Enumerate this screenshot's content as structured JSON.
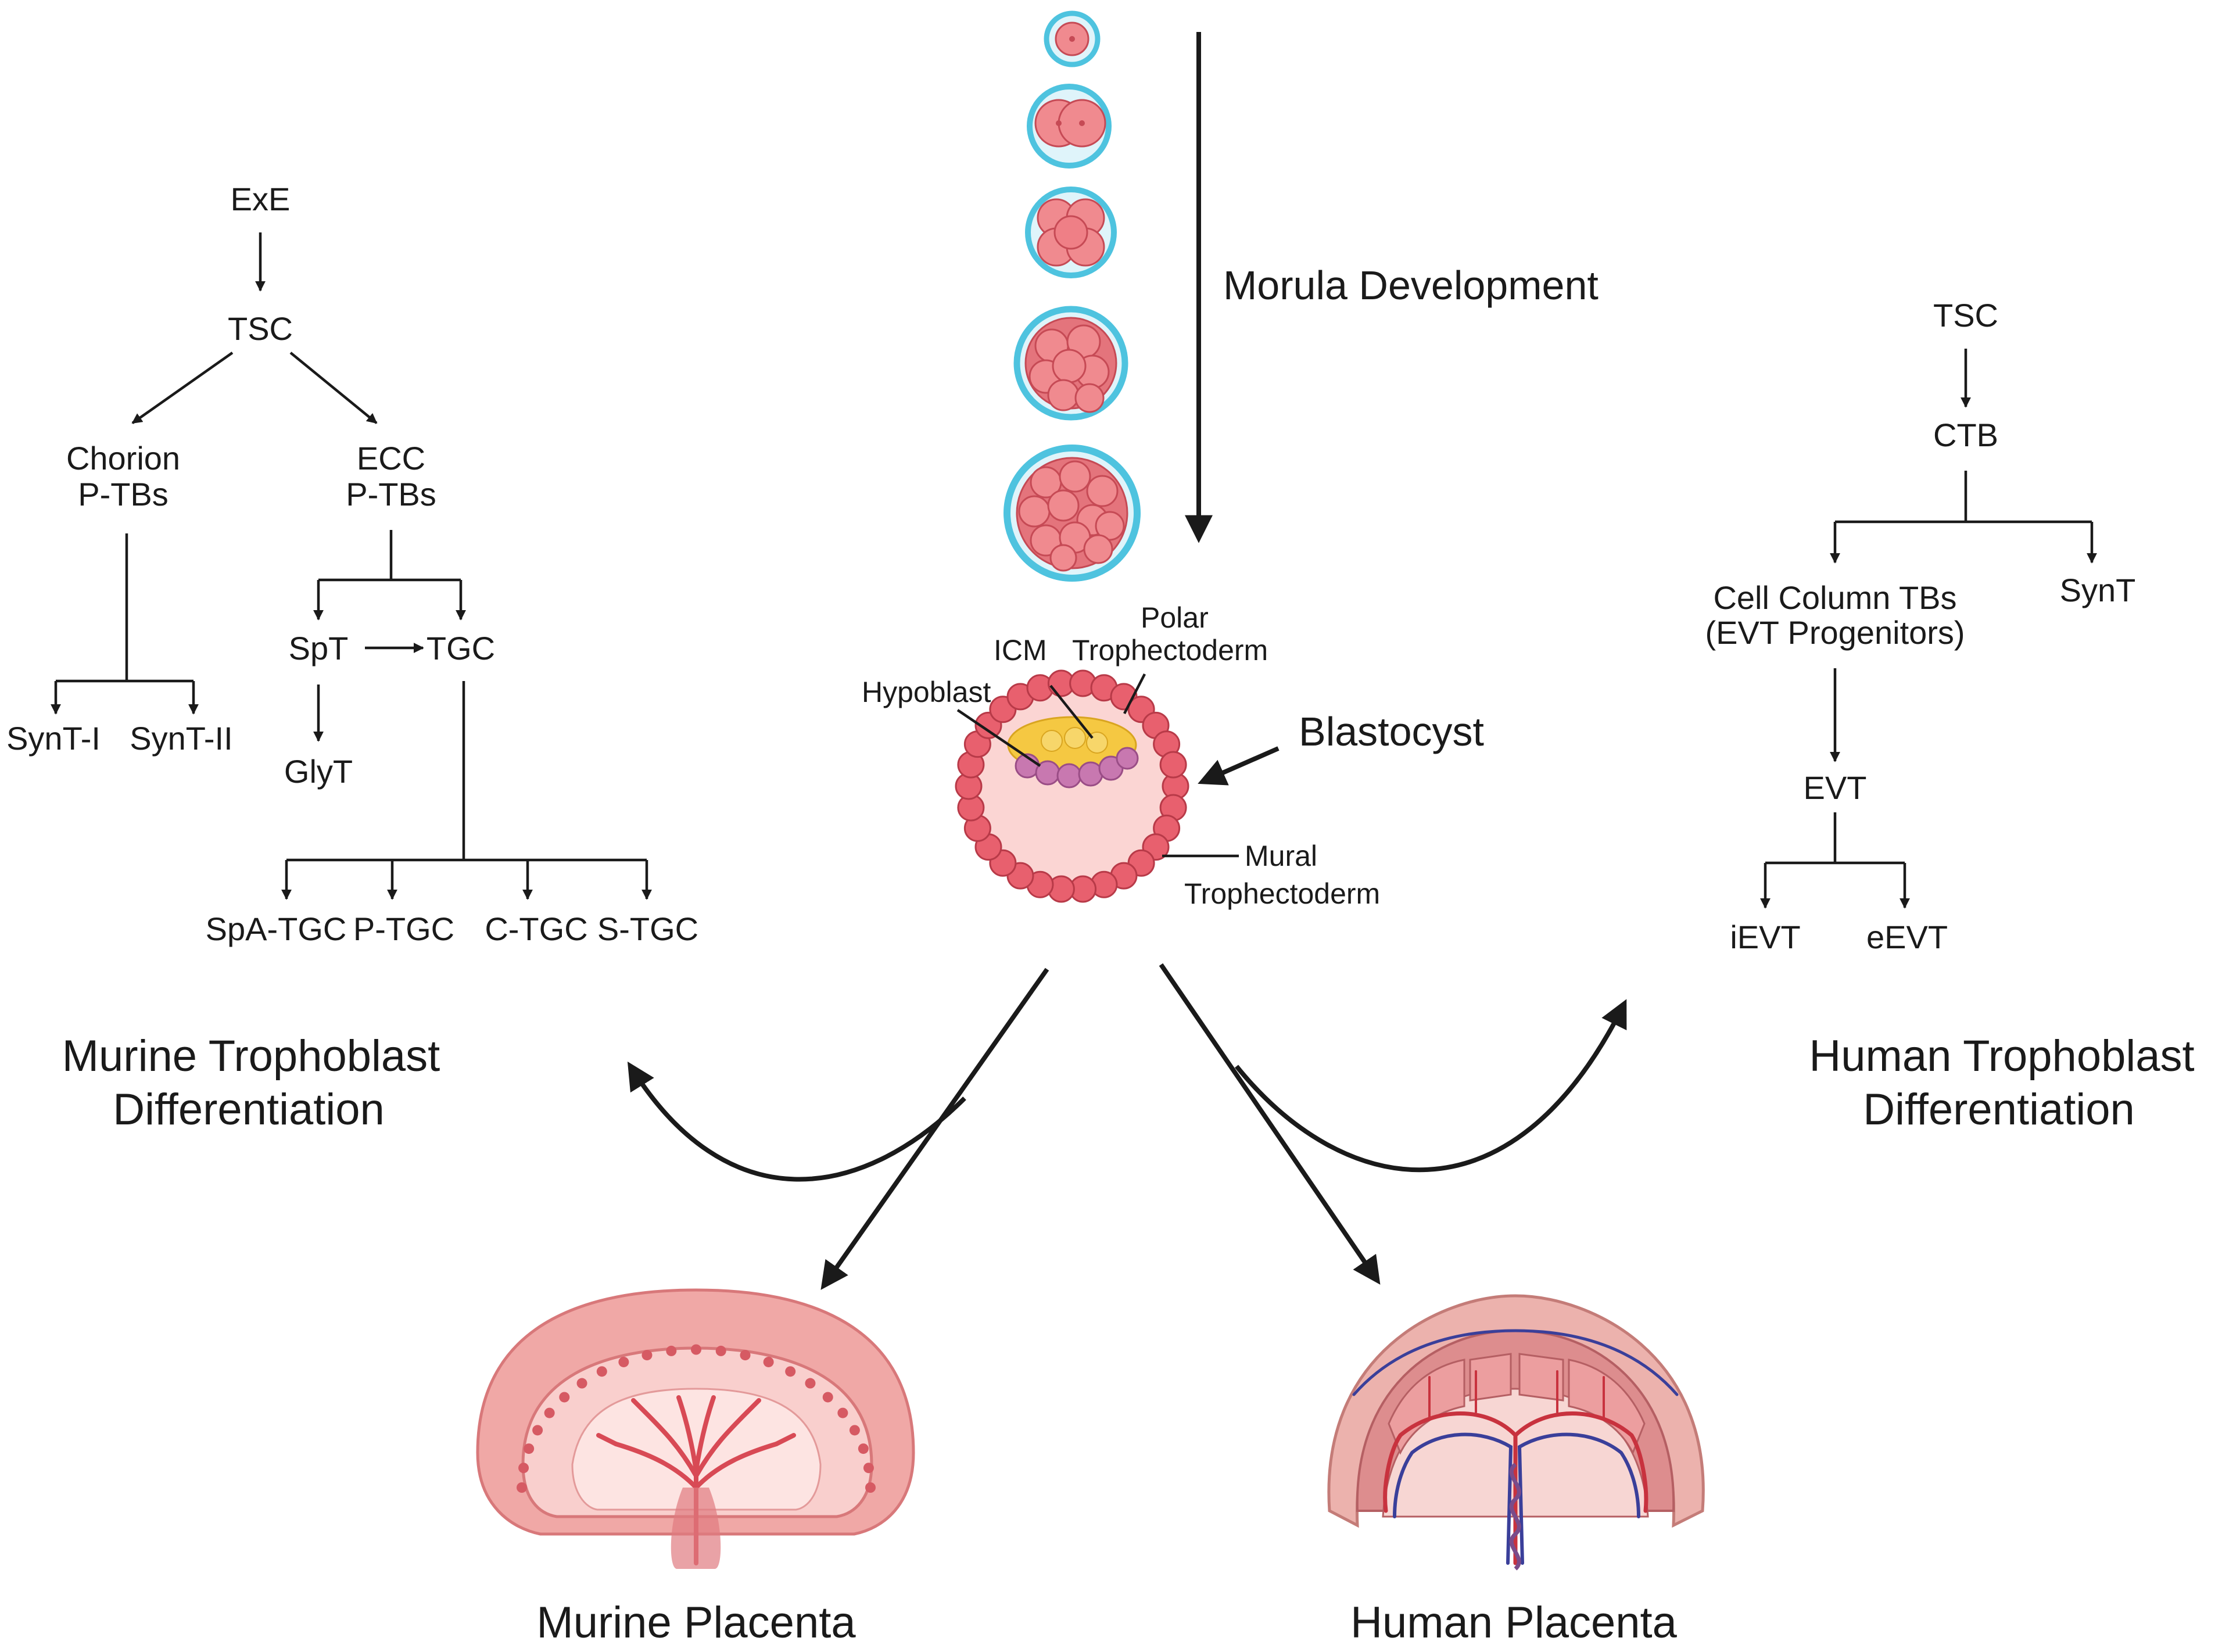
{
  "colors": {
    "ink": "#1a1a1a",
    "zona": "#4ec3df",
    "cell": "#f08a8f",
    "cell_dark": "#c64a55",
    "trophectoderm": "#e8606e",
    "icm": "#f5c842",
    "hypoblast": "#c878b0",
    "blastocoel": "#fbd5d3",
    "placenta_outer": "#f0a8a6",
    "placenta_inner": "#f9cfcd",
    "vessel_red": "#c8323e",
    "vessel_blue": "#3a3f9a"
  },
  "center": {
    "morula_label": "Morula Development",
    "blastocyst_label": "Blastocyst",
    "icm": "ICM",
    "polar_1": "Polar",
    "polar_2": "Trophectoderm",
    "hypoblast": "Hypoblast",
    "mural_1": "Mural",
    "mural_2": "Trophectoderm"
  },
  "murine_tree": {
    "exe": "ExE",
    "tsc": "TSC",
    "chorion_1": "Chorion",
    "chorion_2": "P-TBs",
    "ecc_1": "ECC",
    "ecc_2": "P-TBs",
    "synt1": "SynT-I",
    "synt2": "SynT-II",
    "spt": "SpT",
    "tgc": "TGC",
    "glyt": "GlyT",
    "spa_tgc": "SpA-TGC",
    "p_tgc": "P-TGC",
    "c_tgc": "C-TGC",
    "s_tgc": "S-TGC"
  },
  "human_tree": {
    "tsc": "TSC",
    "ctb": "CTB",
    "cell_column_1": "Cell Column TBs",
    "cell_column_2": "(EVT Progenitors)",
    "synt": "SynT",
    "evt": "EVT",
    "ievt": "iEVT",
    "eevt": "eEVT"
  },
  "titles": {
    "murine_diff_1": "Murine Trophoblast",
    "murine_diff_2": "Differentiation",
    "human_diff_1": "Human Trophoblast",
    "human_diff_2": "Differentiation",
    "murine_placenta": "Murine Placenta",
    "human_placenta": "Human Placenta"
  }
}
